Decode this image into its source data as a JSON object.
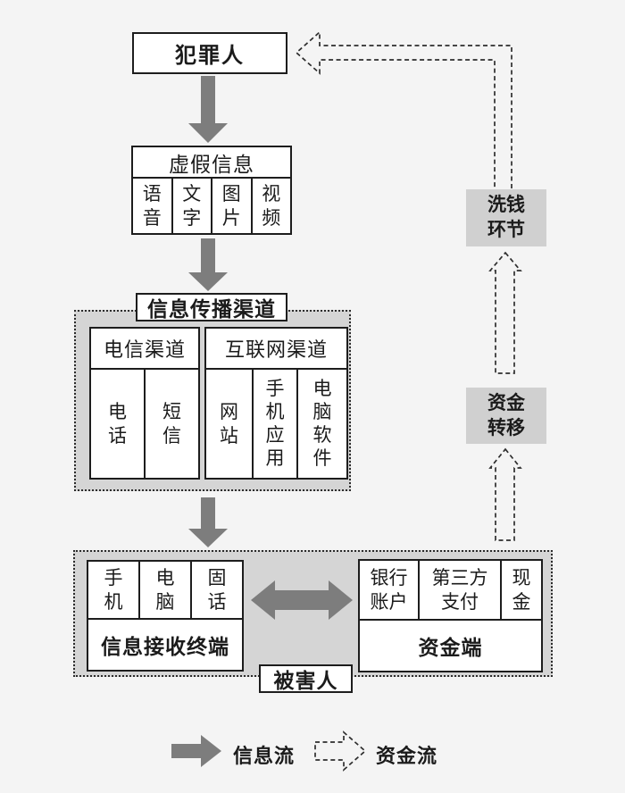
{
  "diagram": {
    "criminal": "犯罪人",
    "false_info": {
      "title": "虚假信息",
      "cells": [
        "语音",
        "文字",
        "图片",
        "视频"
      ]
    },
    "channels": {
      "title": "信息传播渠道",
      "telecom": {
        "title": "电信渠道",
        "cells": [
          "电话",
          "短信"
        ]
      },
      "internet": {
        "title": "互联网渠道",
        "cells": [
          "网站",
          "手机应用",
          "电脑软件"
        ]
      }
    },
    "victim_zone": {
      "terminal": {
        "cells": [
          "手机",
          "电脑",
          "固话"
        ],
        "label": "信息接收终端"
      },
      "funds": {
        "cells": [
          "银行账户",
          "第三方支付",
          "现金"
        ],
        "label": "资金端"
      },
      "victim": "被害人"
    },
    "money_laundering": "洗钱环节",
    "fund_transfer": "资金转移",
    "legend": {
      "info_flow": "信息流",
      "fund_flow": "资金流"
    },
    "colors": {
      "solid_arrow": "#7d7d7d",
      "container_fill": "#d5d5d5",
      "side_box_fill": "#d0d0d0",
      "dashed_line": "#2e2e2e",
      "box_border": "#1d1d1d",
      "background": "#f4f4f4"
    }
  }
}
